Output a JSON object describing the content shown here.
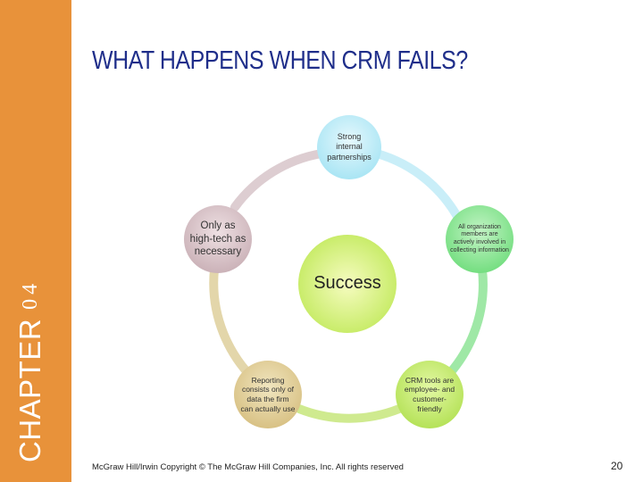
{
  "sidebar": {
    "chapter_word": "CHAPTER",
    "chapter_number": "04"
  },
  "title": "WHAT HAPPENS WHEN CRM FAILS?",
  "diagram": {
    "center": "Success",
    "nodes": [
      "Strong internal partnerships",
      "All organization members are actively involved in collecting information",
      "CRM tools are employee- and customer-friendly",
      "Reporting consists only of data the firm can actually use",
      "Only as high-tech as necessary"
    ]
  },
  "footer": {
    "copyright": "McGraw Hill/Irwin Copyright © The McGraw Hill Companies, Inc. All rights reserved",
    "page_number": "20"
  }
}
